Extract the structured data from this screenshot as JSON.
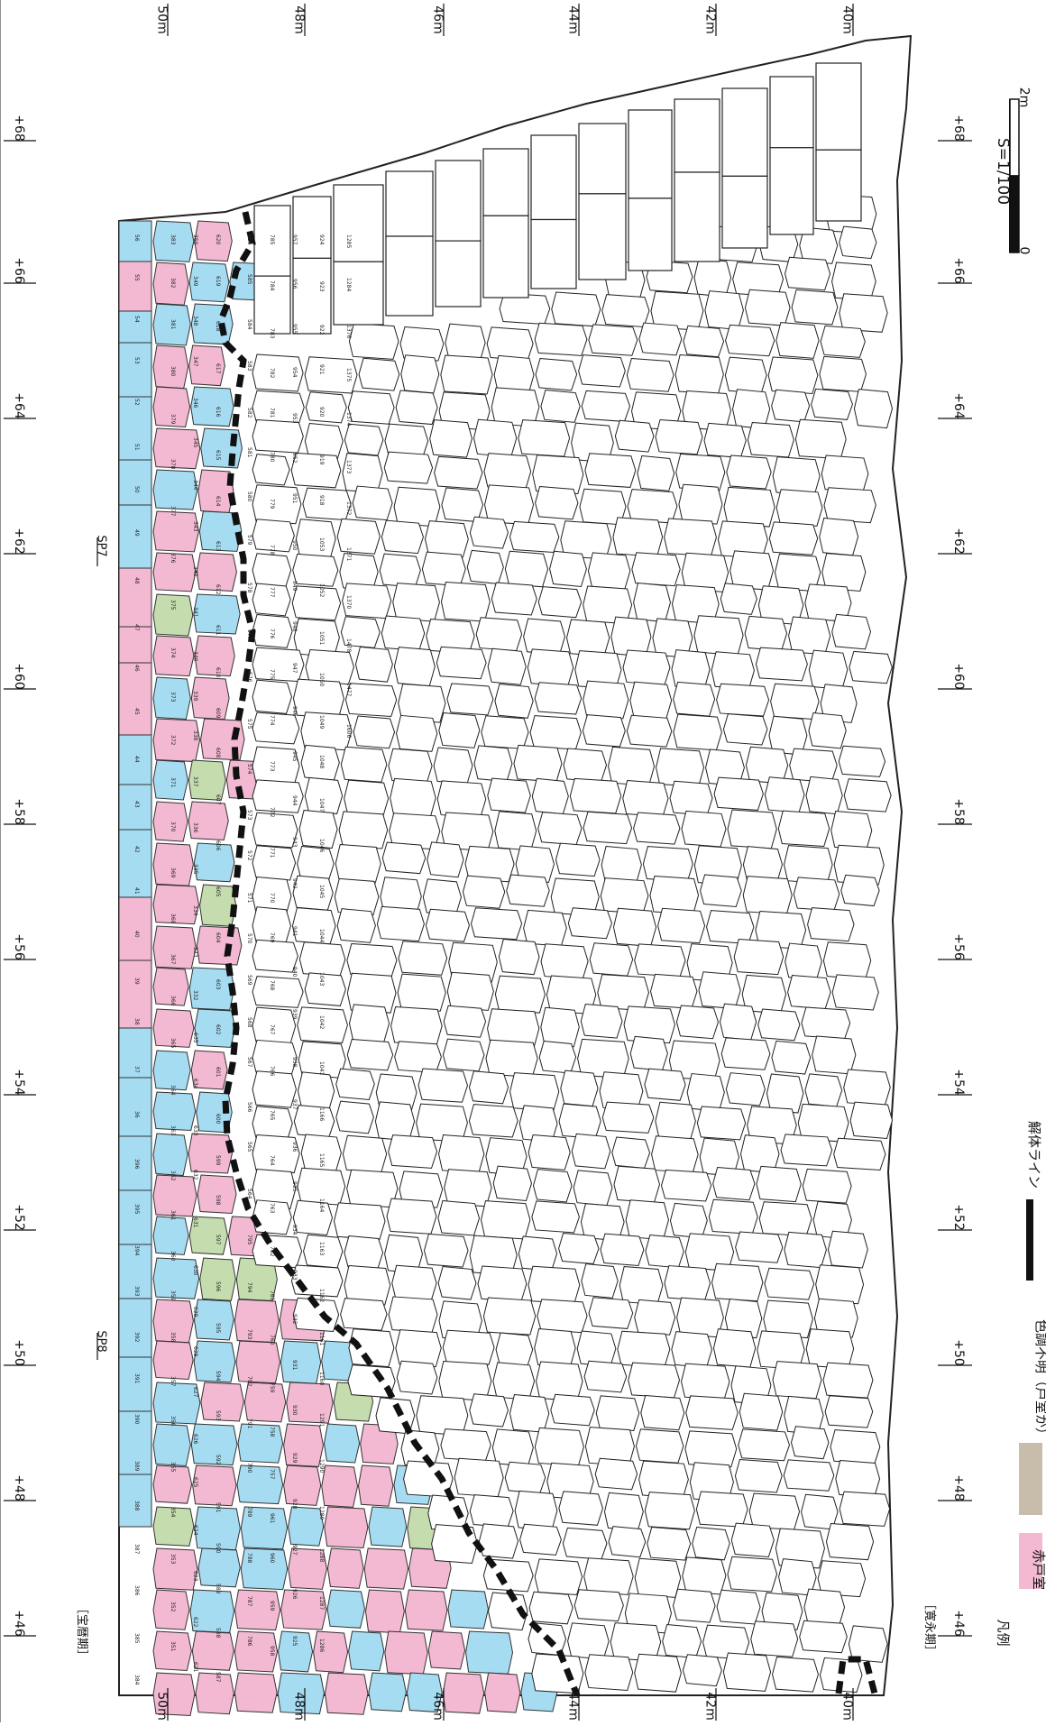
{
  "axes": {
    "top_labels": [
      "50m",
      "48m",
      "46m",
      "44m",
      "42m",
      "40m"
    ],
    "bottom_labels": [
      "50m",
      "48m",
      "46m",
      "44m",
      "42m",
      "40m"
    ],
    "left_labels": [
      "+68",
      "+66",
      "+64",
      "+62",
      "+60",
      "+58",
      "+56",
      "+54",
      "+52",
      "+50",
      "+48",
      "+46"
    ],
    "right_labels": [
      "+68",
      "+66",
      "+64",
      "+62",
      "+60",
      "+58",
      "+56",
      "+54",
      "+52",
      "+50",
      "+48",
      "+46"
    ]
  },
  "markers": {
    "sp7": "SP7",
    "sp8": "SP8",
    "period_left": "［宝暦期］",
    "period_right": "［寛永期］"
  },
  "scale_bar": {
    "label": "S=1/100",
    "zero": "0",
    "two": "2m"
  },
  "legend": {
    "title": "凡例",
    "items": [
      {
        "label": "赤戸室",
        "color": "#f3b9d2"
      },
      {
        "label": "色調不明（戸室か）",
        "color": "#c8bcaa"
      }
    ],
    "line_label": "解体ライン"
  },
  "stone_numbers": [
    "56",
    "55",
    "54",
    "53",
    "52",
    "51",
    "50",
    "49",
    "48",
    "47",
    "46",
    "45",
    "44",
    "43",
    "42",
    "41",
    "40",
    "39",
    "38",
    "37",
    "36",
    "396",
    "395",
    "394",
    "393",
    "392",
    "391",
    "390",
    "389",
    "388",
    "387",
    "386",
    "385",
    "384",
    "383",
    "382",
    "381",
    "380",
    "379",
    "378",
    "377",
    "376",
    "375",
    "374",
    "373",
    "372",
    "371",
    "370",
    "369",
    "368",
    "367",
    "366",
    "365",
    "364",
    "363",
    "362",
    "361",
    "360",
    "359",
    "358",
    "357",
    "356",
    "355",
    "354",
    "353",
    "352",
    "351",
    "350",
    "349",
    "348",
    "347",
    "346",
    "345",
    "344",
    "343",
    "342",
    "341",
    "340",
    "339",
    "338",
    "337",
    "336",
    "335",
    "334",
    "333",
    "332",
    "635",
    "634",
    "633",
    "632",
    "631",
    "630",
    "629",
    "628",
    "627",
    "626",
    "625",
    "624",
    "623",
    "622",
    "621",
    "620",
    "619",
    "618",
    "617",
    "616",
    "615",
    "614",
    "613",
    "612",
    "611",
    "610",
    "609",
    "608",
    "607",
    "606",
    "605",
    "604",
    "603",
    "602",
    "601",
    "600",
    "599",
    "598",
    "597",
    "596",
    "595",
    "594",
    "593",
    "592",
    "591",
    "590",
    "589",
    "588",
    "587",
    "586",
    "585",
    "584",
    "583",
    "582",
    "581",
    "580",
    "579",
    "578",
    "577",
    "576",
    "575",
    "574",
    "573",
    "572",
    "571",
    "570",
    "569",
    "568",
    "567",
    "566",
    "565",
    "564",
    "795",
    "794",
    "793",
    "792",
    "791",
    "790",
    "789",
    "788",
    "787",
    "786",
    "785",
    "784",
    "783",
    "782",
    "781",
    "780",
    "779",
    "778",
    "777",
    "776",
    "775",
    "774",
    "773",
    "772",
    "771",
    "770",
    "769",
    "768",
    "767",
    "766",
    "765",
    "764",
    "763",
    "762",
    "761",
    "760",
    "759",
    "758",
    "757",
    "961",
    "960",
    "959",
    "958",
    "957",
    "956",
    "955",
    "954",
    "953",
    "952",
    "951",
    "950",
    "949",
    "948",
    "947",
    "946",
    "945",
    "944",
    "943",
    "942",
    "941",
    "940",
    "939",
    "938",
    "937",
    "936",
    "935",
    "934",
    "933",
    "932",
    "931",
    "930",
    "929",
    "928",
    "927",
    "926",
    "925",
    "924",
    "923",
    "922",
    "921",
    "920",
    "919",
    "918",
    "1053",
    "1052",
    "1051",
    "1050",
    "1049",
    "1048",
    "1047",
    "1046",
    "1045",
    "1044",
    "1043",
    "1042",
    "1041",
    "1166",
    "1165",
    "1164",
    "1163",
    "1162",
    "1161",
    "1160",
    "1291",
    "1290",
    "1289",
    "1288",
    "1287",
    "1286",
    "1285",
    "1284",
    "1376",
    "1375",
    "1374",
    "1373",
    "1372",
    "1371",
    "1370",
    "1478",
    "1477",
    "1606"
  ]
}
